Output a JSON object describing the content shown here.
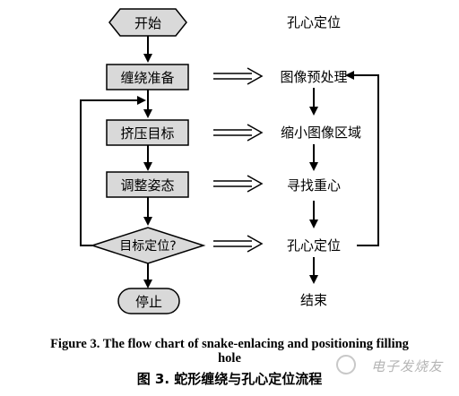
{
  "flow": {
    "start": "开始",
    "step1": "缠绕准备",
    "step2": "挤压目标",
    "step3": "调整姿态",
    "decision": "目标定位?",
    "stop": "停止"
  },
  "right_chain": {
    "title": "孔心定位",
    "r1": "图像预处理",
    "r2": "缩小图像区域",
    "r3": "寻找重心",
    "r4": "孔心定位",
    "r5": "结束"
  },
  "caption": {
    "english_line1": "Figure 3. The flow chart of snake-enlacing and positioning filling",
    "english_line2": "hole",
    "chinese": "图 3.  蛇形缠绕与孔心定位流程"
  },
  "watermark": "电子发烧友",
  "colors": {
    "box_fill": "#d9d9d9",
    "line": "#000000"
  }
}
